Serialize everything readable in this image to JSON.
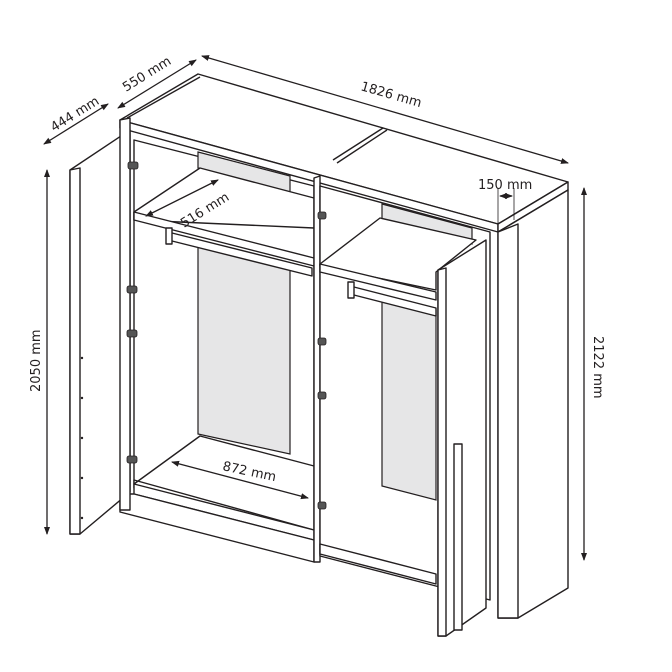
{
  "diagram": {
    "subject": "Three-door wardrobe dimension drawing",
    "colors": {
      "line": "#231f20",
      "interior_back": "#e6e6e7",
      "background": "#ffffff"
    }
  },
  "dimensions": {
    "total_width": "1826 mm",
    "depth_top": "550 mm",
    "door_depth": "444 mm",
    "total_height": "2122 mm",
    "door_height": "2050 mm",
    "shelf_depth": "516 mm",
    "interior_width": "872 mm",
    "side_panel_width": "150 mm"
  }
}
